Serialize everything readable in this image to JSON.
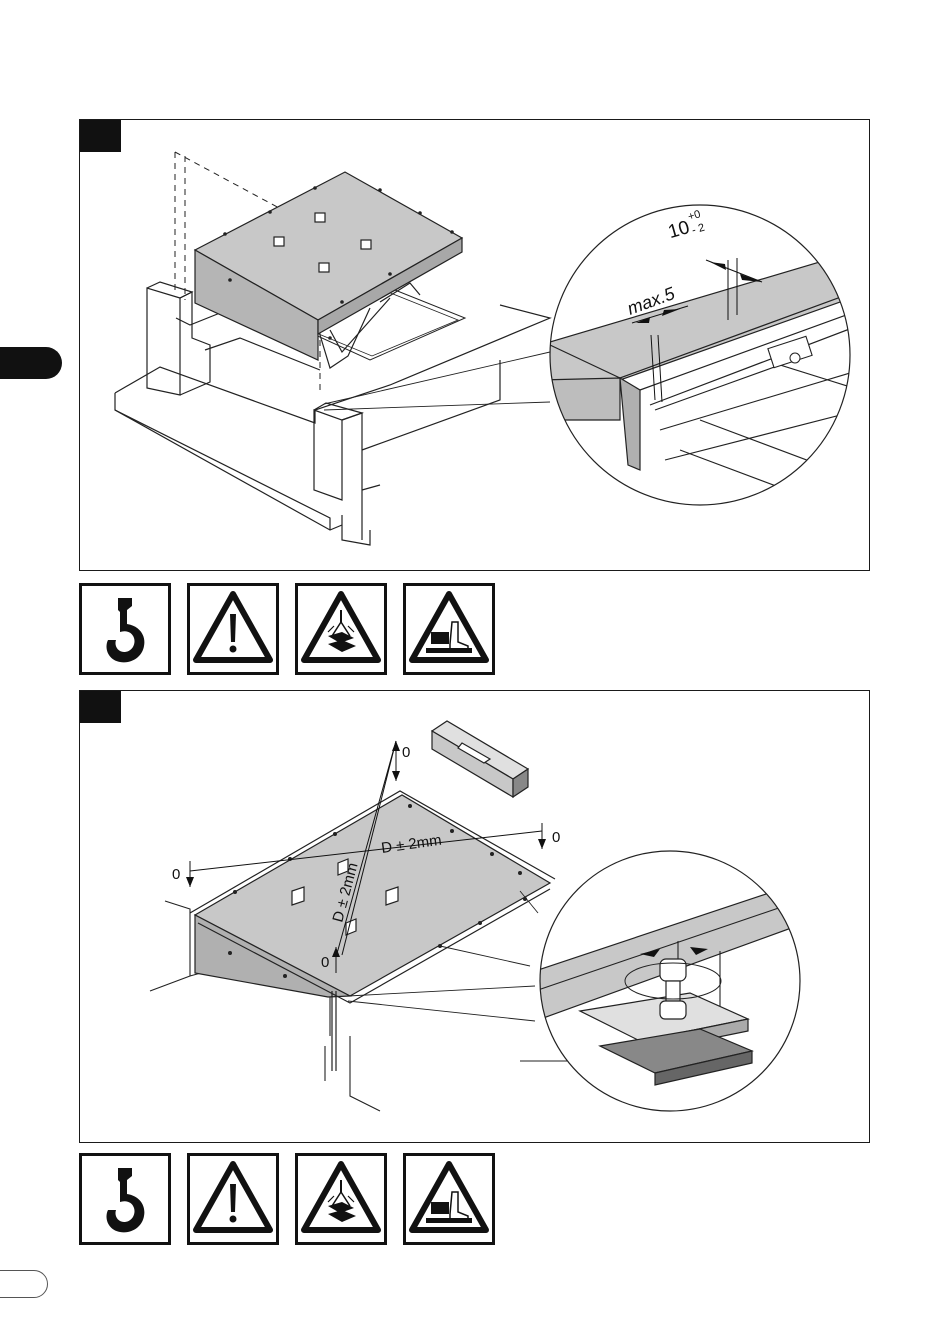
{
  "step1": {
    "detail": {
      "dimension_top_value": "10",
      "dimension_top_tol_plus": "+0",
      "dimension_top_tol_minus": "- 2",
      "dimension_max_label": "max.5"
    },
    "icons": [
      "crane-hook-icon",
      "warning-triangle-icon",
      "suspended-load-warning-icon",
      "foot-crush-warning-icon"
    ]
  },
  "step2": {
    "labels": {
      "level_top": "0",
      "level_right": "0",
      "level_left": "0",
      "level_bottom": "0",
      "diag_top": "D ± 2mm",
      "diag_vertical": "D ± 2mm"
    },
    "icons": [
      "crane-hook-icon",
      "warning-triangle-icon",
      "suspended-load-warning-icon",
      "foot-crush-warning-icon"
    ]
  },
  "colors": {
    "plate": "#c8c8c8",
    "shim": "#888888",
    "ink": "#111111"
  }
}
